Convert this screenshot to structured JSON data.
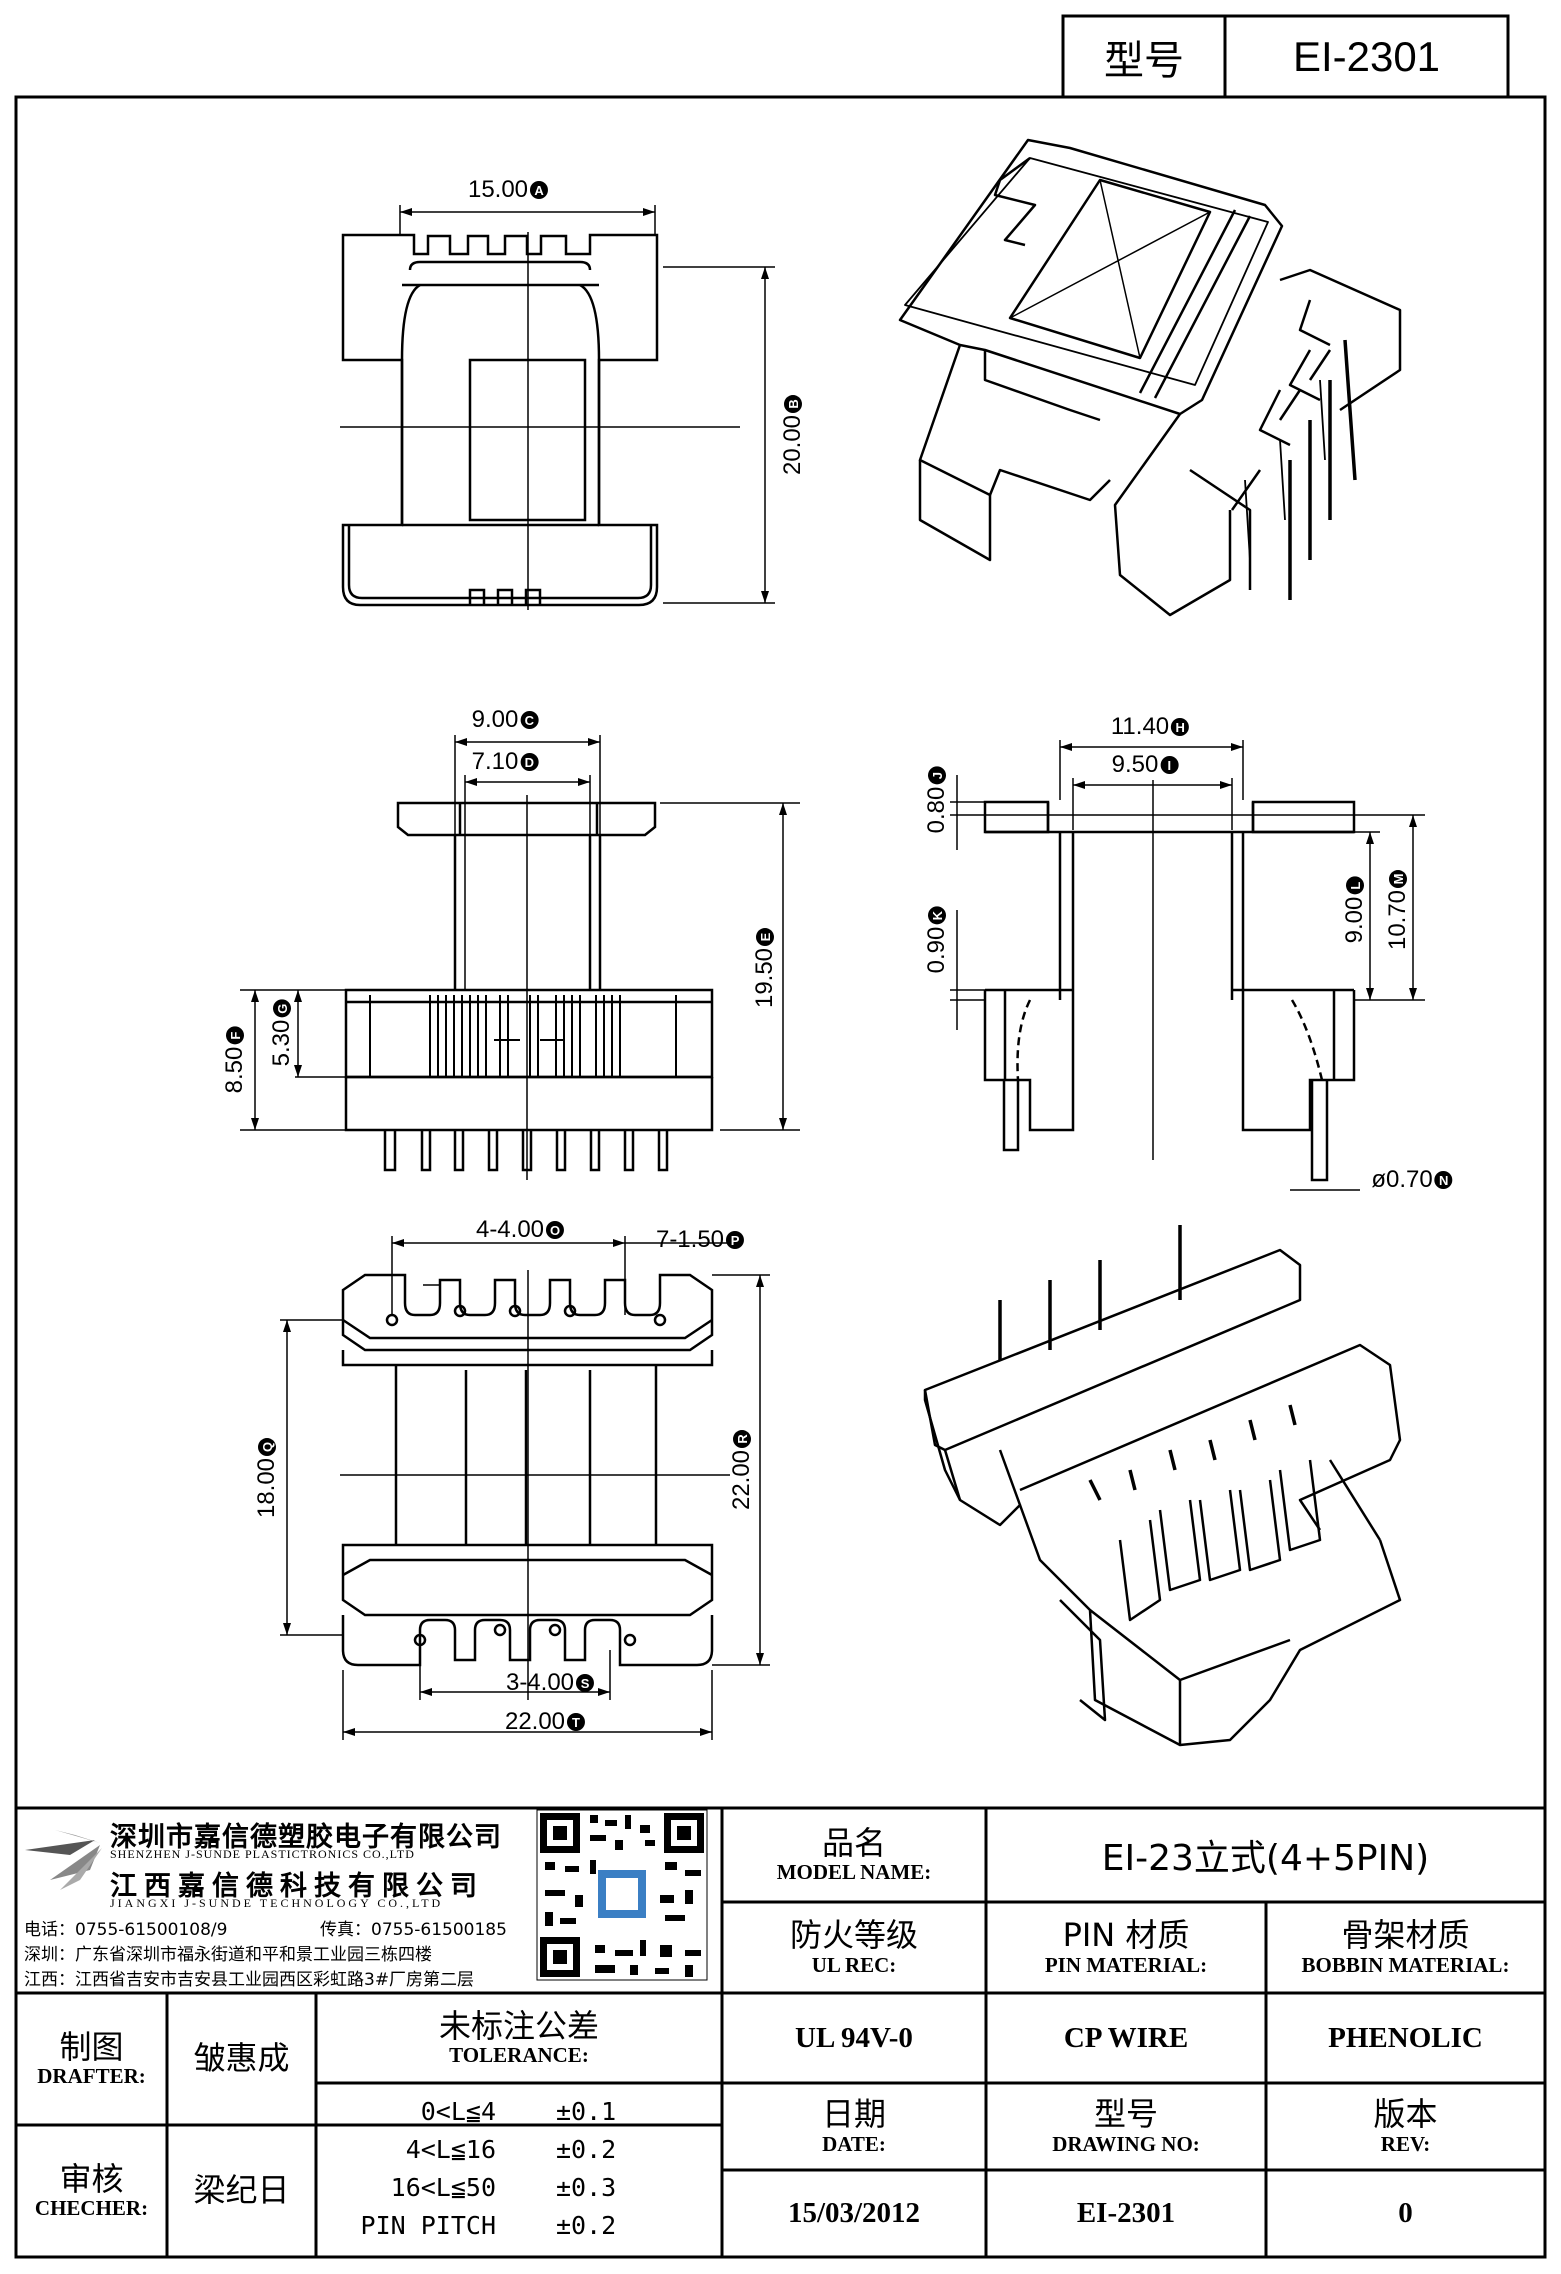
{
  "header": {
    "label": "型号",
    "value": "EI-2301"
  },
  "dims": {
    "top_width": "15.00",
    "top_width_ref": "A",
    "top_height": "20.00",
    "top_height_ref": "B",
    "front_width_outer": "9.00",
    "front_width_outer_ref": "C",
    "front_width_inner": "7.10",
    "front_width_inner_ref": "D",
    "front_height": "19.50",
    "front_height_ref": "E",
    "front_base": "8.50",
    "front_base_ref": "F",
    "front_base_inner": "5.30",
    "front_base_inner_ref": "G",
    "side_width_outer": "11.40",
    "side_width_outer_ref": "H",
    "side_width_inner": "9.50",
    "side_width_inner_ref": "I",
    "side_flange_top": "0.80",
    "side_flange_top_ref": "J",
    "side_flange_bottom": "0.90",
    "side_flange_bottom_ref": "K",
    "side_height_inner": "9.00",
    "side_height_inner_ref": "L",
    "side_height_outer": "10.70",
    "side_height_outer_ref": "M",
    "pin_dia": "ø0.70",
    "pin_dia_ref": "N",
    "pin_pitch_top": "4-4.00",
    "pin_pitch_top_ref": "O",
    "slot_width": "7-1.50",
    "slot_width_ref": "P",
    "bottom_inner_h": "18.00",
    "bottom_inner_h_ref": "Q",
    "bottom_outer_h": "22.00",
    "bottom_outer_h_ref": "R",
    "pin_pitch_bottom": "3-4.00",
    "pin_pitch_bottom_ref": "S",
    "bottom_width": "22.00",
    "bottom_width_ref": "T"
  },
  "company": {
    "name_cn_1": "深圳市嘉信德塑胶电子有限公司",
    "name_en_1": "SHENZHEN J-SUNDE PLASTICTRONICS CO.,LTD",
    "name_cn_2": "江西嘉信德科技有限公司",
    "name_en_2": "JIANGXI J-SUNDE TECHNOLOGY CO.,LTD",
    "tel": "电话：0755-61500108/9",
    "fax": "传真：0755-61500185",
    "addr_sz": "深圳：广东省深圳市福永街道和平和景工业园三栋四楼",
    "addr_jx": "江西：江西省吉安市吉安县工业园西区彩虹路3#厂房第二层"
  },
  "title_block": {
    "model_name_cn": "品名",
    "model_name_en": "MODEL NAME:",
    "model_name_value": "EI-23立式(4+5PIN)",
    "ul_cn": "防火等级",
    "ul_en": "UL REC:",
    "ul_value": "UL 94V-0",
    "pin_cn": "PIN 材质",
    "pin_en": "PIN MATERIAL:",
    "pin_value": "CP WIRE",
    "bobbin_cn": "骨架材质",
    "bobbin_en": "BOBBIN MATERIAL:",
    "bobbin_value": "PHENOLIC",
    "drafter_cn": "制图",
    "drafter_en": "DRAFTER:",
    "drafter_value": "皱惠成",
    "checker_cn": "审核",
    "checker_en": "CHECHER:",
    "checker_value": "梁纪日",
    "tol_cn": "未标注公差",
    "tol_en": "TOLERANCE:",
    "tolerances": [
      {
        "range": "0<L≦4",
        "value": "±0.1"
      },
      {
        "range": "4<L≦16",
        "value": "±0.2"
      },
      {
        "range": "16<L≦50",
        "value": "±0.3"
      },
      {
        "range": "PIN PITCH",
        "value": "±0.2"
      }
    ],
    "date_cn": "日期",
    "date_en": "DATE:",
    "date_value": "15/03/2012",
    "drawing_cn": "型号",
    "drawing_en": "DRAWING NO:",
    "drawing_value": "EI-2301",
    "rev_cn": "版本",
    "rev_en": "REV:",
    "rev_value": "0"
  }
}
